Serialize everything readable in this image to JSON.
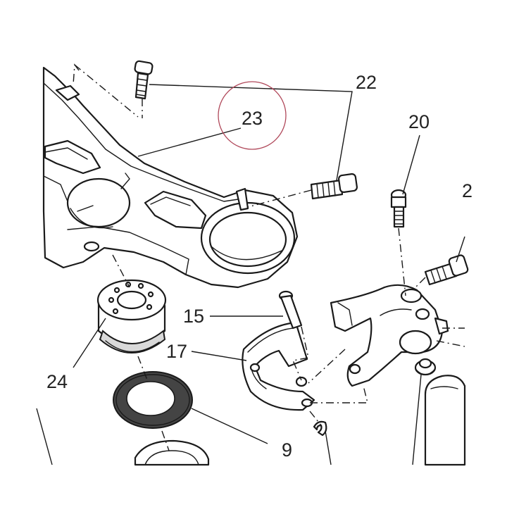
{
  "callouts": {
    "c9": "9",
    "c15": "15",
    "c17": "17",
    "c20": "20",
    "c22": "22",
    "c23": "23",
    "c24": "24",
    "c_edge": "2"
  },
  "colors": {
    "line": "#1a1a1a",
    "highlight_circle": "#b0485a",
    "washer_fill": "#4a4a4a",
    "background": "#ffffff"
  },
  "highlighted_callout": "23"
}
